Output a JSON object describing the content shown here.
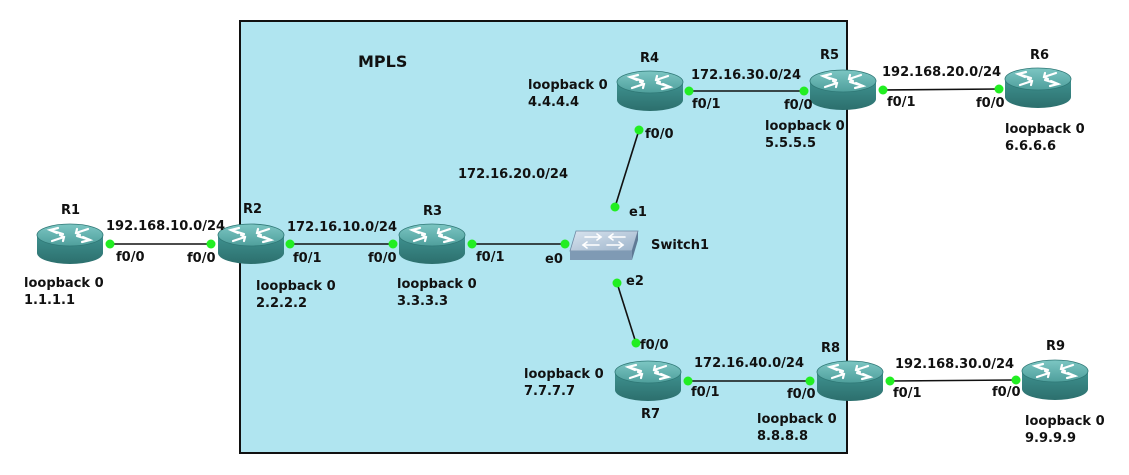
{
  "cloud": {
    "title": "MPLS",
    "fill": "#b0e5f0"
  },
  "colors": {
    "link": "#111111",
    "port_dot": "#22ee22",
    "router_body": "#3a8a8a",
    "router_top": "#62b3b0"
  },
  "routers": [
    {
      "id": "R1",
      "name": "R1",
      "lo_title": "loopback 0",
      "lo_ip": "1.1.1.1",
      "icon": "router-icon"
    },
    {
      "id": "R2",
      "name": "R2",
      "lo_title": "loopback 0",
      "lo_ip": "2.2.2.2",
      "icon": "router-icon"
    },
    {
      "id": "R3",
      "name": "R3",
      "lo_title": "loopback 0",
      "lo_ip": "3.3.3.3",
      "icon": "router-icon"
    },
    {
      "id": "R4",
      "name": "R4",
      "lo_title": "loopback 0",
      "lo_ip": "4.4.4.4",
      "icon": "router-icon"
    },
    {
      "id": "R5",
      "name": "R5",
      "lo_title": "loopback 0",
      "lo_ip": "5.5.5.5",
      "icon": "router-icon"
    },
    {
      "id": "R6",
      "name": "R6",
      "lo_title": "loopback 0",
      "lo_ip": "6.6.6.6",
      "icon": "router-icon"
    },
    {
      "id": "R7",
      "name": "R7",
      "lo_title": "loopback 0",
      "lo_ip": "7.7.7.7",
      "icon": "router-icon"
    },
    {
      "id": "R8",
      "name": "R8",
      "lo_title": "loopback 0",
      "lo_ip": "8.8.8.8",
      "icon": "router-icon"
    },
    {
      "id": "R9",
      "name": "R9",
      "lo_title": "loopback 0",
      "lo_ip": "9.9.9.9",
      "icon": "router-icon"
    }
  ],
  "switch": {
    "id": "Switch1",
    "name": "Switch1",
    "icon": "switch-icon"
  },
  "links": [
    {
      "id": "r1-r2",
      "subnet": "192.168.10.0/24",
      "a_port": "f0/0",
      "b_port": "f0/0"
    },
    {
      "id": "r2-r3",
      "subnet": "172.16.10.0/24",
      "a_port": "f0/1",
      "b_port": "f0/0"
    },
    {
      "id": "r3-sw",
      "subnet": "",
      "a_port": "f0/1",
      "b_port": "e0"
    },
    {
      "id": "sw-r4",
      "subnet": "172.16.20.0/24",
      "a_port": "e1",
      "b_port": "f0/0"
    },
    {
      "id": "sw-r7",
      "subnet": "",
      "a_port": "e2",
      "b_port": "f0/0"
    },
    {
      "id": "r4-r5",
      "subnet": "172.16.30.0/24",
      "a_port": "f0/1",
      "b_port": "f0/0"
    },
    {
      "id": "r5-r6",
      "subnet": "192.168.20.0/24",
      "a_port": "f0/1",
      "b_port": "f0/0"
    },
    {
      "id": "r7-r8",
      "subnet": "172.16.40.0/24",
      "a_port": "f0/1",
      "b_port": "f0/0"
    },
    {
      "id": "r8-r9",
      "subnet": "192.168.30.0/24",
      "a_port": "f0/1",
      "b_port": "f0/0"
    }
  ]
}
